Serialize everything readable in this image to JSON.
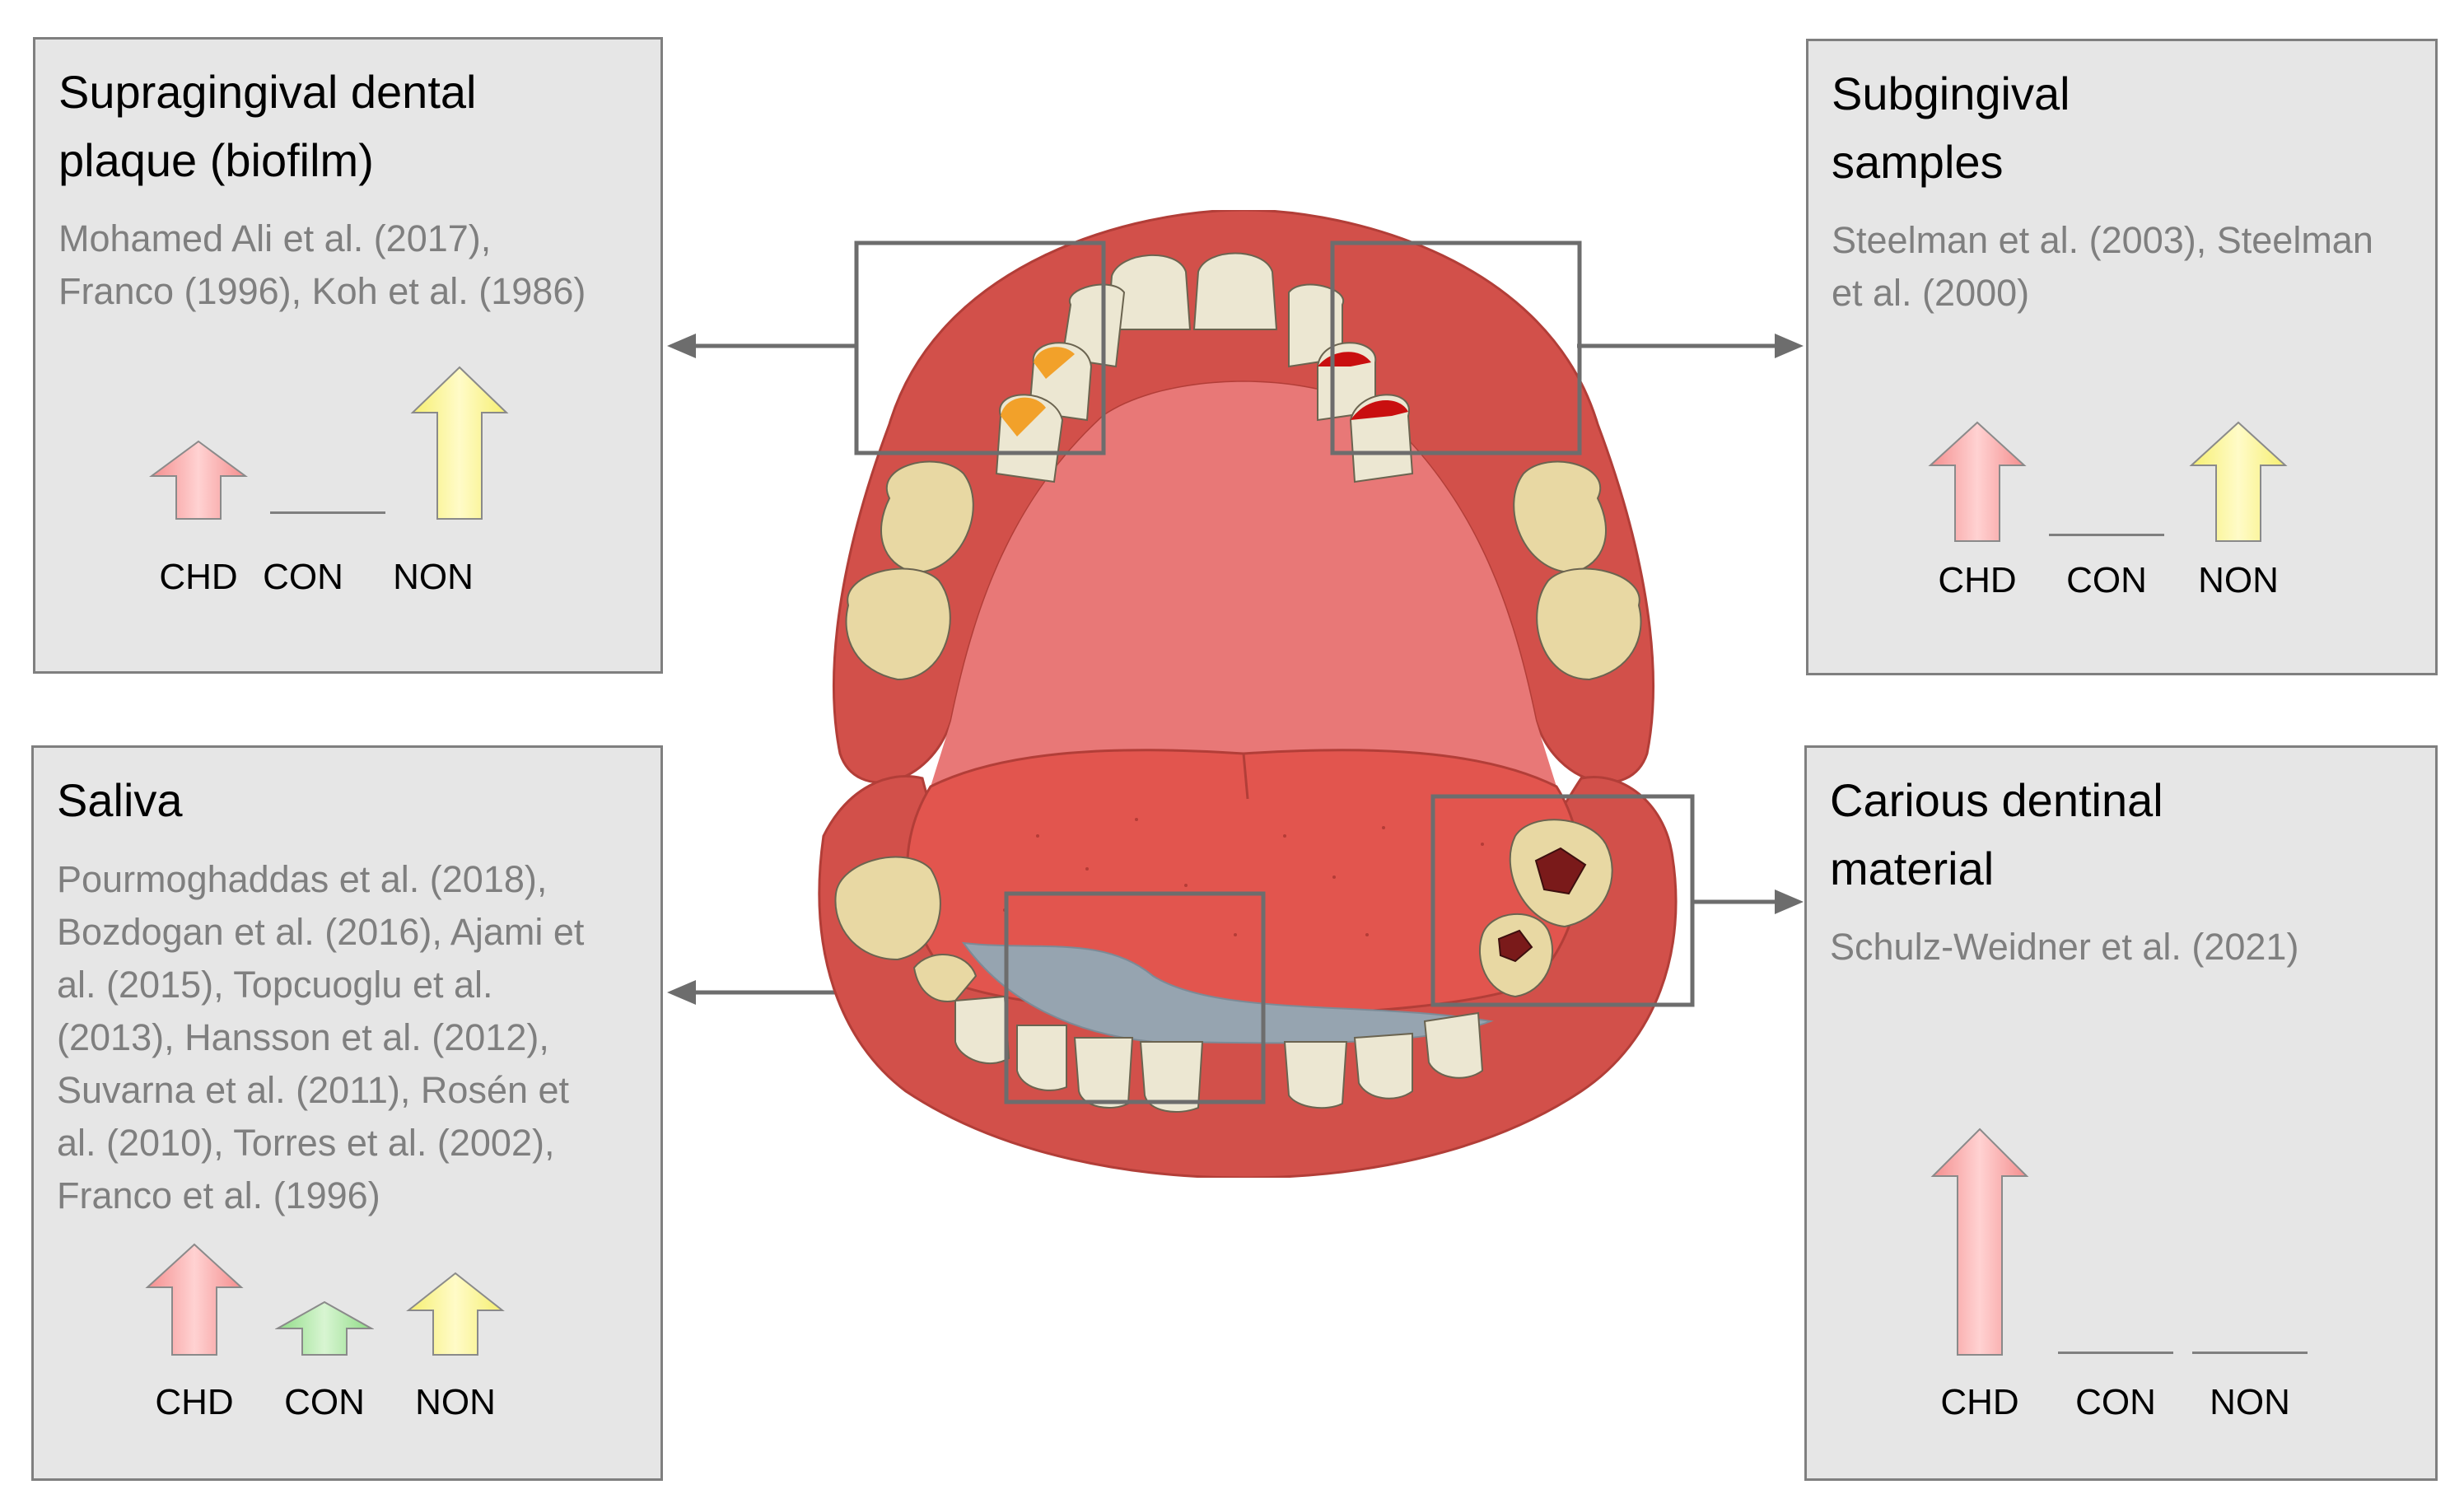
{
  "panels": {
    "supra": {
      "title_line1": "Supragingival dental",
      "title_line2": "plaque (biofilm)",
      "refs": [
        "Mohamed Ali et al. (2017),",
        "Franco (1996), Koh et al. (1986)"
      ],
      "labels": [
        "CHD",
        "CON",
        "NON"
      ],
      "indicators": {
        "CHD": "increase",
        "CON": "no change",
        "NON": "increase"
      }
    },
    "sub": {
      "title_line1": "Subgingival",
      "title_line2": "samples",
      "refs": [
        "Steelman et al. (2003), Steelman",
        "et al. (2000)"
      ],
      "labels": [
        "CHD",
        "CON",
        "NON"
      ],
      "indicators": {
        "CHD": "increase",
        "CON": "no change",
        "NON": "increase"
      }
    },
    "saliva": {
      "title_line1": "Saliva",
      "refs": [
        "Pourmoghaddas et al. (2018),",
        "Bozdogan et al. (2016), Ajami et",
        "al. (2015), Topcuoglu et al.",
        "(2013), Hansson et al. (2012),",
        "Suvarna et al. (2011), Rosén et",
        "al. (2010), Torres et al. (2002),",
        "Franco et al. (1996)"
      ],
      "labels": [
        "CHD",
        "CON",
        "NON"
      ],
      "indicators": {
        "CHD": "increase",
        "CON": "increase",
        "NON": "increase"
      }
    },
    "carious": {
      "title_line1": "Carious dentinal",
      "title_line2": "material",
      "refs": [
        "Schulz-Weidner et al. (2021)"
      ],
      "labels": [
        "CHD",
        "CON",
        "NON"
      ],
      "indicators": {
        "CHD": "increase",
        "CON": "no change",
        "NON": "no change"
      }
    }
  },
  "colors": {
    "panel_bg": "#e6e6e6",
    "border": "#7f7f7f",
    "arrow_chd": "#f7a1a1",
    "arrow_con": "#a9e5a0",
    "arrow_non": "#fbf690",
    "gum": "#d2504a",
    "palate": "#e87877",
    "tongue": "#e2554e",
    "tooth": "#ece7d2",
    "plaque_yellow": "#f2a12a",
    "plaque_red": "#c90f0f",
    "saliva": "#96a4b0"
  }
}
